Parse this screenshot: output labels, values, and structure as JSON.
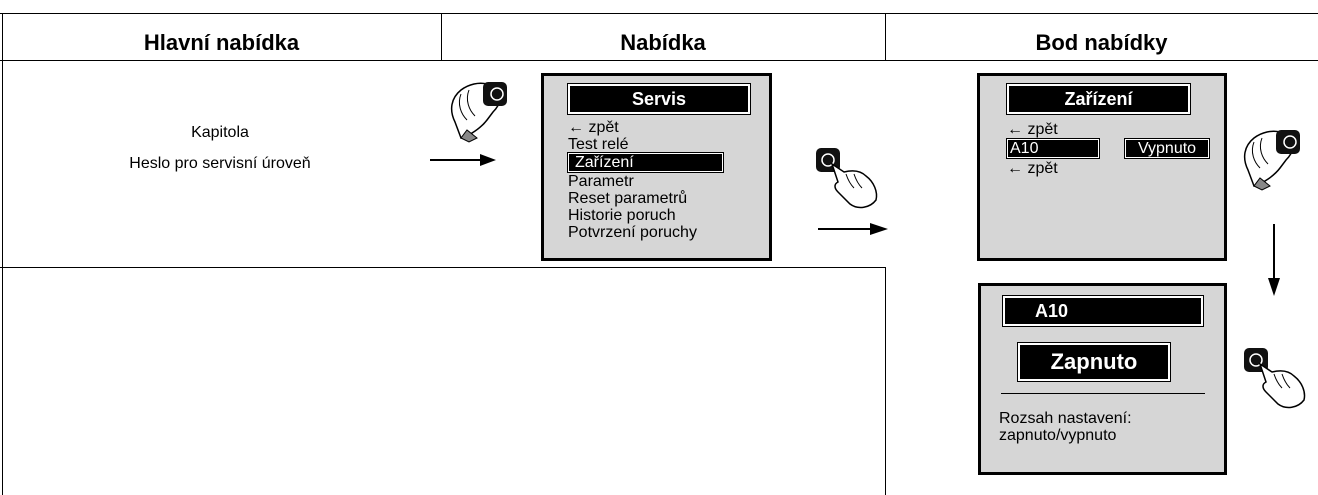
{
  "columns": {
    "main_menu": "Hlavní nabídka",
    "menu": "Nabídka",
    "menu_item": "Bod nabídky"
  },
  "chapter": {
    "label": "Kapitola",
    "description": "Heslo pro servisní úroveň"
  },
  "service_screen": {
    "title": "Servis",
    "items": [
      "← zpět",
      "Test relé",
      "Zařízení",
      "Parametr",
      "Reset parametrů",
      "Historie poruch",
      "Potvrzení poruchy"
    ],
    "selected_index": 2
  },
  "device_screen": {
    "title": "Zařízení",
    "back_top": "← zpět",
    "param": "A10",
    "value": "Vypnuto",
    "back_bottom": "← zpět"
  },
  "a10_screen": {
    "title": "A10",
    "value": "Zapnuto",
    "range_label": "Rozsah nastavení:",
    "range_value": "zapnuto/vypnuto"
  },
  "icons": [
    "knob-turn-icon",
    "knob-press-icon",
    "arrow-right-icon",
    "arrow-down-icon"
  ]
}
